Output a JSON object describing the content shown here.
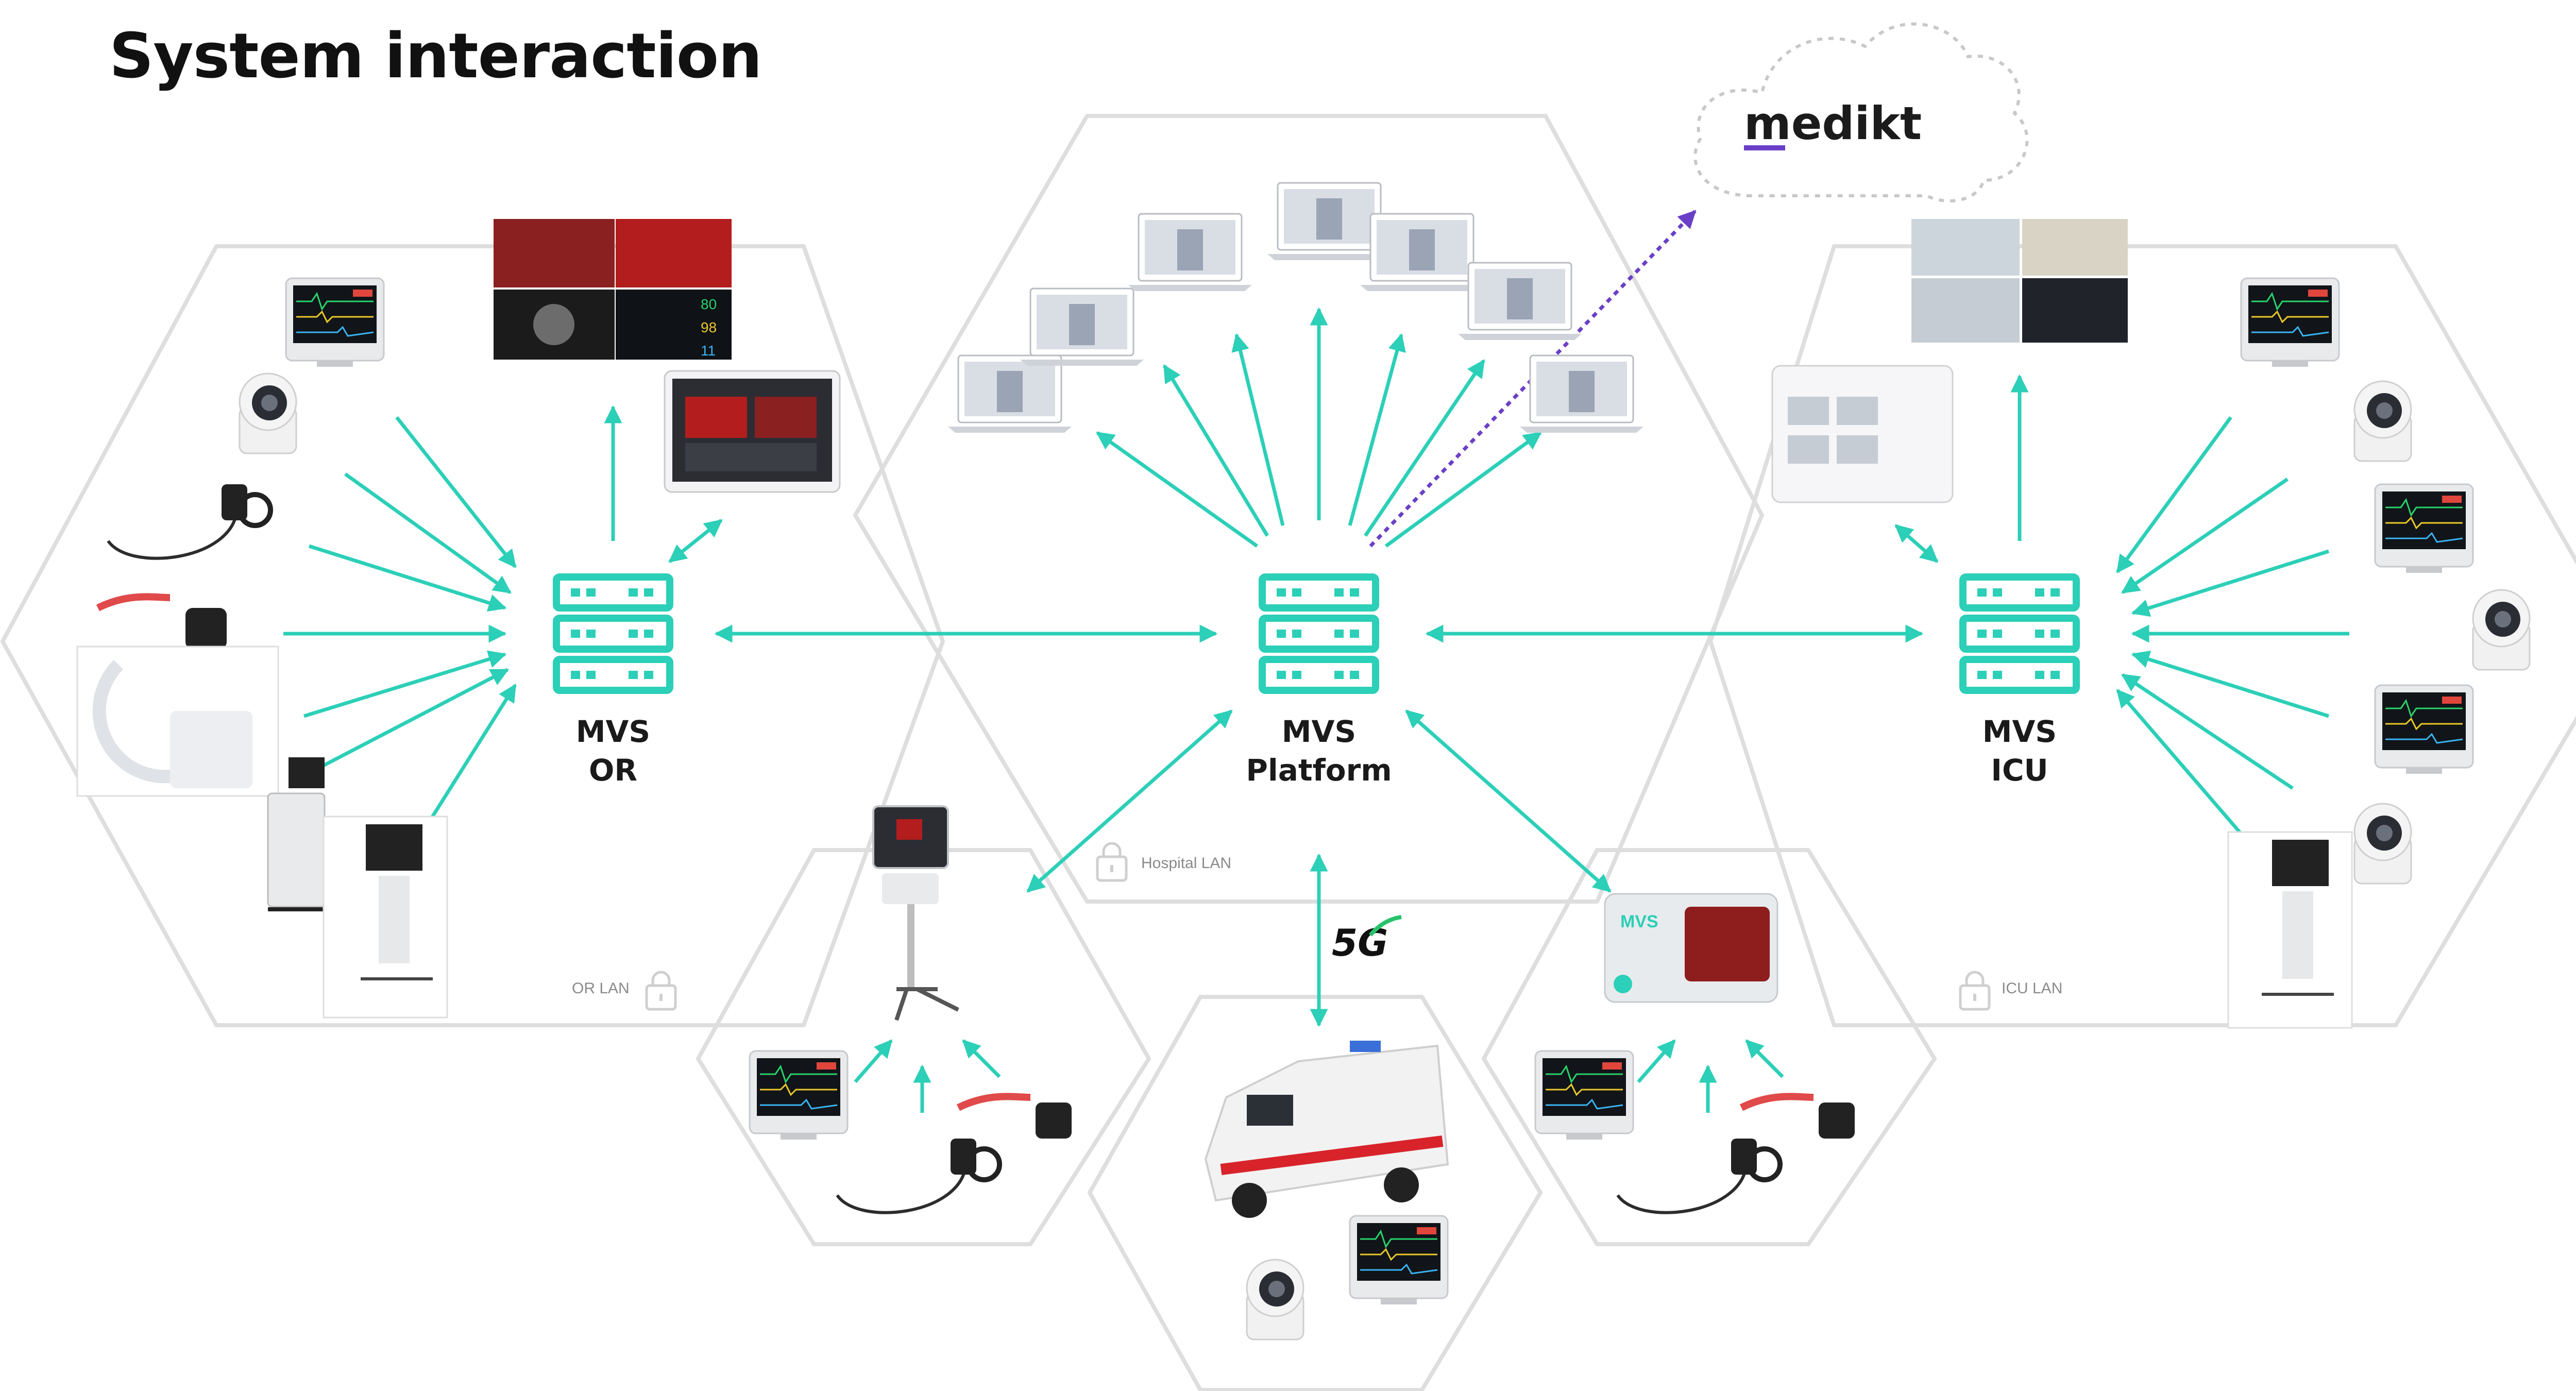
{
  "title": "System interaction",
  "cloud": {
    "label": "medikt"
  },
  "hubs": {
    "or": {
      "line1": "MVS",
      "line2": "OR"
    },
    "platform": {
      "line1": "MVS",
      "line2": "Platform"
    },
    "icu": {
      "line1": "MVS",
      "line2": "ICU"
    }
  },
  "lans": {
    "or": "OR LAN",
    "hospital": "Hospital LAN",
    "icu": "ICU LAN"
  },
  "network": {
    "fiveg": "5G"
  },
  "device_labels": {
    "monitor_values": [
      "80",
      "98",
      "11"
    ],
    "tower_brand": "MVS"
  },
  "colors": {
    "accent": "#2ccfb7",
    "cloud_link": "#6a3fc8",
    "hex_border": "#dedede",
    "brand_underline": "#6a3fc8"
  }
}
